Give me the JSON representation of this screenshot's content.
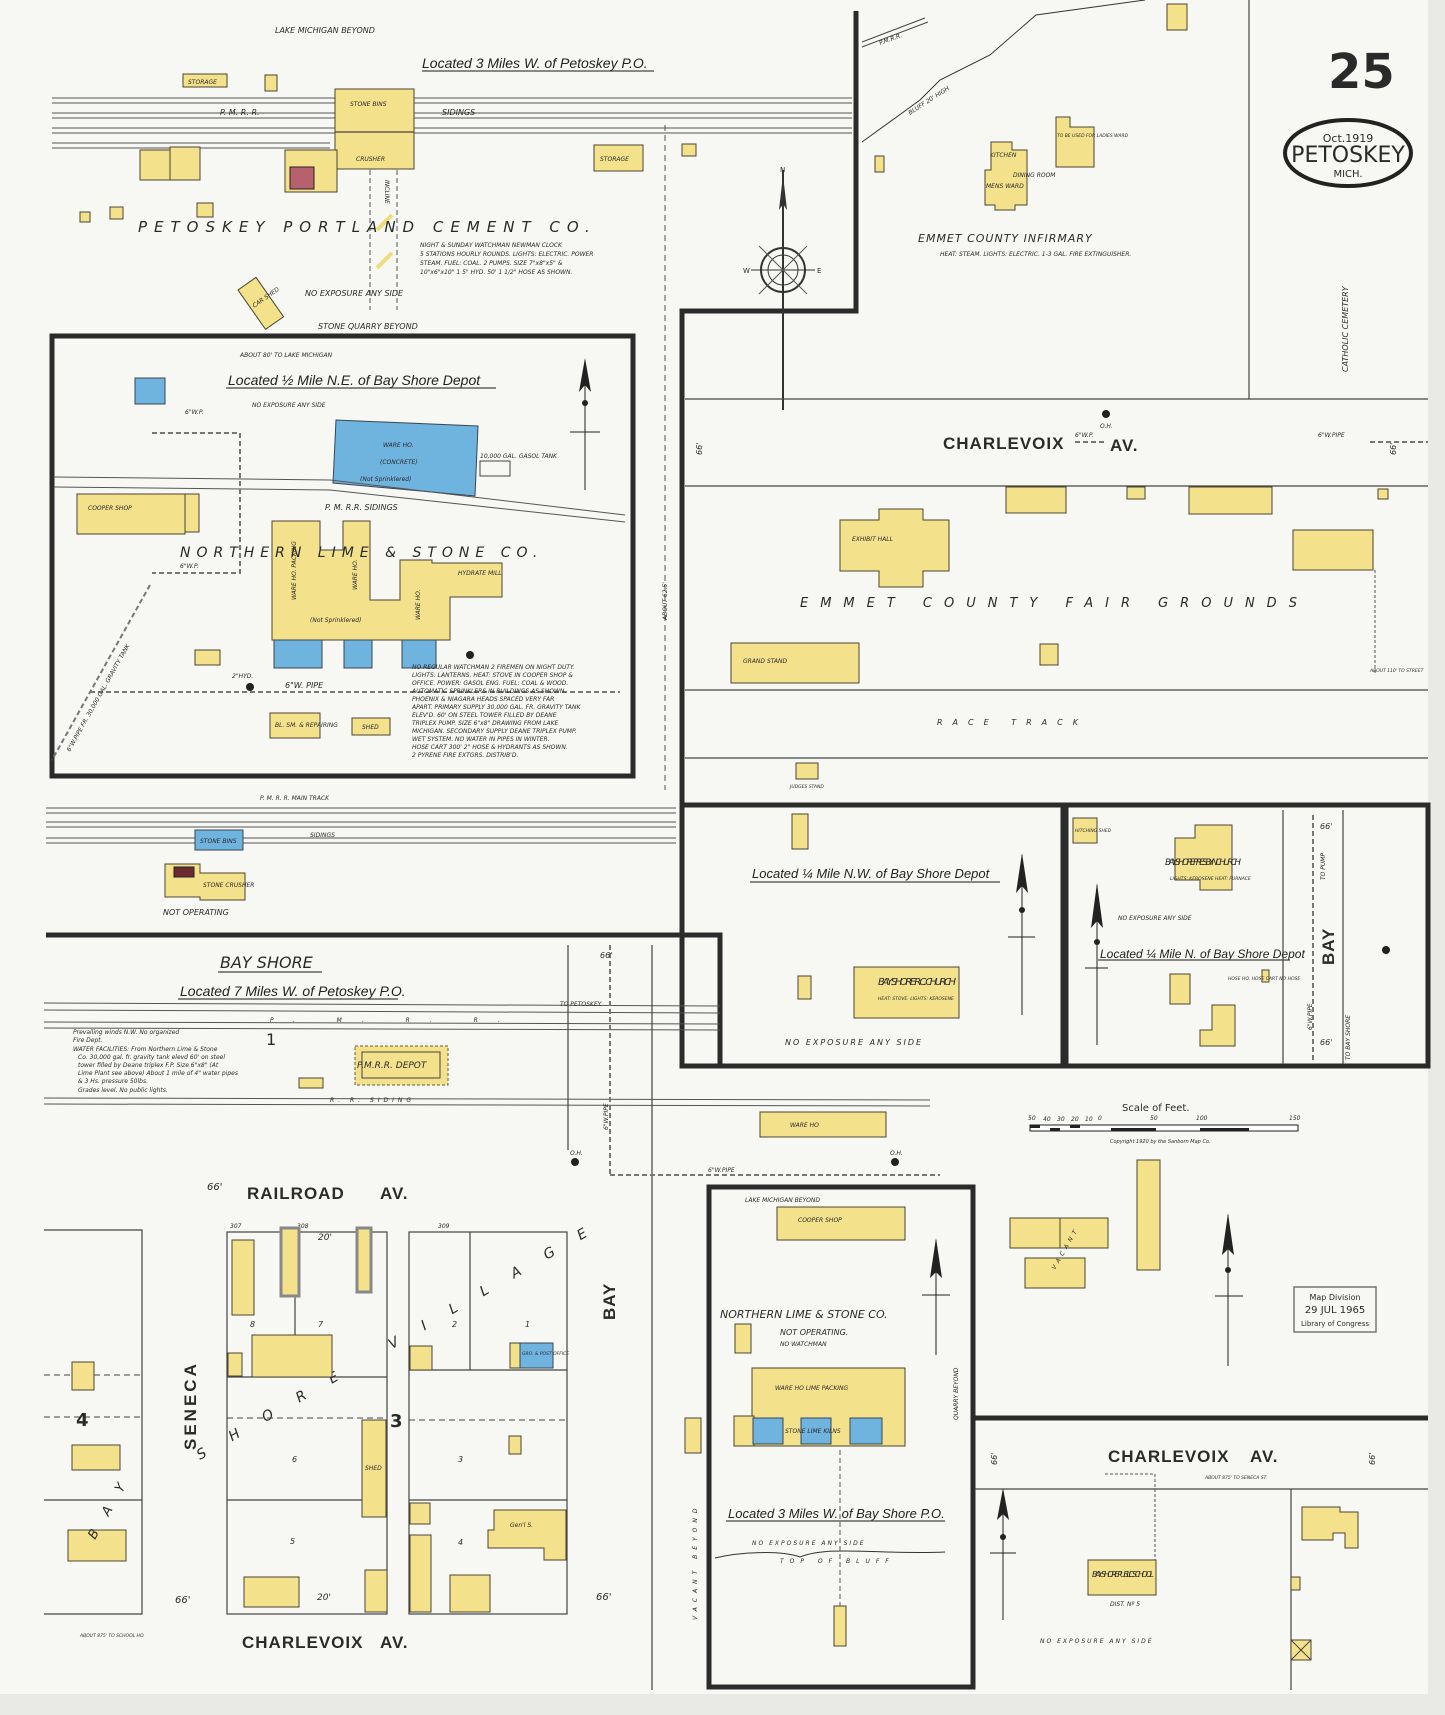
{
  "sheet": {
    "page_number": "25",
    "date": "Oct.1919",
    "city": "Petoskey",
    "state": "Mich.",
    "copyright": "Copyright 1920 by the Sanborn Map Co.",
    "stamp": {
      "line1": "Map Division",
      "line2": "29 JUL 1965",
      "line3": "Library of Congress"
    },
    "scale": {
      "title": "Scale of Feet.",
      "ticks": [
        "50",
        "40",
        "30",
        "20",
        "10",
        "0",
        "50",
        "100",
        "150"
      ]
    },
    "colors": {
      "frame_brick_or_concrete": "#6fb3df",
      "frame_building": "#f4e18c",
      "paper": "#f7f7f3",
      "ink": "#2b2b2b"
    }
  },
  "cement": {
    "lake": "LAKE   MICHIGAN   BEYOND",
    "location": "Located 3 Miles W. of Petoskey P.O.",
    "rail": "P.  M.  R.  R.",
    "sidings": "SIDINGS",
    "stone_bins": "STONE BINS",
    "crusher": "CRUSHER",
    "storage1": "STORAGE",
    "storage2": "STORAGE",
    "car_shed": "CAR SHED",
    "incline": "INCLINE",
    "name": "PETOSKEY PORTLAND CEMENT CO.",
    "notes": [
      "NIGHT & SUNDAY WATCHMAN NEWMAN CLOCK",
      "5 STATIONS HOURLY ROUNDS. LIGHTS: ELECTRIC. POWER",
      "STEAM. FUEL: COAL. 2 PUMPS. SIZE 7\"x8\"x5\" &",
      "10\"x6\"x10\" 1 5\" HYD. 50' 1 1/2\" HOSE AS SHOWN."
    ],
    "exposure": "NO EXPOSURE ANY SIDE",
    "quarry": "STONE   QUARRY   BEYOND"
  },
  "lime": {
    "distance": "ABOUT 80' TO LAKE MICHIGAN",
    "location": "Located ½ Mile N.E. of Bay Shore Depot",
    "exposure": "NO EXPOSURE ANY SIDE",
    "ware_ho": "WARE HO.",
    "concrete": "(CONCRETE)",
    "not_sprinklered": "(Not Sprinklered)",
    "tank": "10,000 GAL. GASOL TANK",
    "sidings": "P. M. R.R. SIDINGS",
    "cooper_shop": "COOPER SHOP",
    "name": "NORTHERN LIME & STONE CO.",
    "ware_packing": "WARE HO. PACKING",
    "ware2": "WARE HO.",
    "ware3": "WARE HO.",
    "hydrate_mill": "HYDRATE MILL",
    "gwp": "6\"W.P.",
    "gw_pipe": "6\"W. PIPE",
    "hyd": "2\"HYD.",
    "bl_sm": "BL. SM. & REPAIRING",
    "shed": "SHED",
    "pipe_note": "6\"W.PIPE FR. 30,000 GAL. GRAVITY TANK",
    "notes": [
      "NO REGULAR WATCHMAN 2 FIREMEN ON NIGHT DUTY.",
      "LIGHTS: LANTERNS. HEAT: STOVE IN COOPER SHOP &",
      "OFFICE. POWER: GASOL ENG. FUEL: COAL & WOOD.",
      "AUTOMATIC SPRINKLERS IN BUILDINGS AS SHOWN.",
      "PHOENIX & NIAGARA HEADS SPACED VERY FAR",
      "APART. PRIMARY SUPPLY 30,000 GAL. FR. GRAVITY TANK",
      "ELEV'D. 60' ON STEEL TOWER FILLED BY DEANE",
      "TRIPLEX PUMP. SIZE 6\"x8\" DRAWING FROM LAKE",
      "MICHIGAN. SECONDARY SUPPLY DEANE TRIPLEX PUMP.",
      "WET SYSTEM. NO WATER IN PIPES IN WINTER.",
      "HOSE CART 300' 2\" HOSE & HYDRANTS AS SHOWN.",
      "2 PYRENE FIRE EXTGRS. DISTRIB'D."
    ]
  },
  "crusher_site": {
    "main_track": "P.  M.  R.  R.   MAIN TRACK",
    "sidings": "SIDINGS",
    "stone_bins": "STONE BINS",
    "stone_crusher": "STONE CRUSHER",
    "not_operating": "NOT OPERATING",
    "about": "ABOUT 62.5'"
  },
  "infirmary": {
    "rail": "P.M.R.R.",
    "bluff": "BLUFF 20' HIGH",
    "kitchen": "KITCHEN",
    "dining": "DINING ROOM",
    "mens_ward": "MENS WARD",
    "ladies_ward": "TO BE USED FOR LADIES WARD",
    "name": "EMMET COUNTY INFIRMARY",
    "notes": "HEAT: STEAM. LIGHTS: ELECTRIC. 1-3 GAL. FIRE EXTINGUISHER.",
    "cemetery": "CATHOLIC CEMETERY"
  },
  "fair": {
    "street": "CHARLEVOIX",
    "street_suffix": "AV.",
    "width": "66'",
    "oh": "O.H.",
    "gwp": "6\"W.P.",
    "gw_pipe": "6\"W.PIPE",
    "exhibit_hall": "EXHIBIT HALL",
    "name": "EMMET COUNTY FAIR GROUNDS",
    "grand_stand": "GRAND STAND",
    "race_track": "RACE TRACK",
    "judges": "JUDGES STAND",
    "about": "ABOUT 110' TO STREET"
  },
  "rc": {
    "location": "Located ¼ Mile N.W. of Bay Shore Depot",
    "church": "BAY SHORE R.C. CHURCH",
    "church_notes": "HEAT: STOVE. LIGHTS: KEROSENE",
    "exposure": "NO EXPOSURE ANY SIDE"
  },
  "presb": {
    "shed": "HITCHING SHED",
    "church": "BAY SHORE PRESBYN CHURCH",
    "church_notes": "LIGHTS: KEROSENE HEAT: FURNACE",
    "exposure": "NO EXPOSURE ANY SIDE",
    "location": "Located ¼ Mile N. of Bay Shore Depot",
    "hose": "HOSE HO. HOSE CART NO HOSE",
    "bay": "BAY",
    "gw_pipe": "6\"W.PIPE",
    "to_pump": "TO PUMP",
    "to_bay_shore": "TO BAY SHORE",
    "width": "66'"
  },
  "bayshore": {
    "title": "BAY SHORE",
    "location": "Located 7 Miles W. of Petoskey P.O.",
    "rail": "P.    M.    R.    R.",
    "to_petoskey": "TO PETOSKEY",
    "siding": "R.   R.   SIDING",
    "depot": "P.M.R.R. DEPOT",
    "sheet_ref": "1",
    "notes": [
      "Prevailing winds N.W. No organized",
      "Fire Dept.",
      "WATER FACILITIES: From Northern Lime & Stone",
      "Co. 30,000 gal. fr. gravity tank elevd 60' on steel",
      "tower filled by Deane triplex F.P. Size 6\"x8\" (At",
      "Lime Plant see above) About 1 mile of 4\" water pipes",
      "& 3 Hs. pressure 50lbs.",
      "Grades level. No public lights."
    ],
    "ware_ho": "WARE HO",
    "gw_pipe": "6\"W.PIPE",
    "oh": "O.H."
  },
  "village": {
    "railroad_av": "RAILROAD",
    "av": "AV.",
    "charlevoix_av": "CHARLEVOIX",
    "seneca": "SENECA",
    "bay": "BAY",
    "village_name": "SHORE VILLAGE",
    "block4": "4",
    "block3": "3",
    "w66": "66'",
    "w20": "20'",
    "addresses": [
      "307",
      "308",
      "309"
    ],
    "lots": [
      "8",
      "7",
      "6",
      "5",
      "2",
      "1",
      "3",
      "4"
    ],
    "post_office": "GRO. & POST OFFICE",
    "shed": "SHED",
    "genl": "Gen'l S.",
    "bay_vert": "BAY",
    "about_school": "ABOUT 875' TO SCHOOL HO."
  },
  "lime2": {
    "lake": "LAKE MICHIGAN BEYOND",
    "cooper": "COOPER SHOP",
    "name": "NORTHERN LIME & STONE CO.",
    "not_operating": "NOT OPERATING.",
    "no_watchman": "NO WATCHMAN",
    "ware": "WARE HO LIME PACKING",
    "kilns": "STONE LIME KILNS",
    "location": "Located 3 Miles W. of Bay Shore P.O.",
    "exposure": "NO EXPOSURE ANY SIDE",
    "bluff": "TOP OF BLUFF",
    "quarry": "QUARRY BEYOND",
    "vacant": "VACANT BEYOND"
  },
  "school": {
    "street": "CHARLEVOIX",
    "av": "AV.",
    "width": "66'",
    "about": "ABOUT 875' TO SENECA ST.",
    "school": "BAY SHORE PUBLIC SCHOOL",
    "dist": "DIST. Nº 5",
    "exposure": "NO EXPOSURE ANY SIDE",
    "vacant": "VACANT"
  }
}
